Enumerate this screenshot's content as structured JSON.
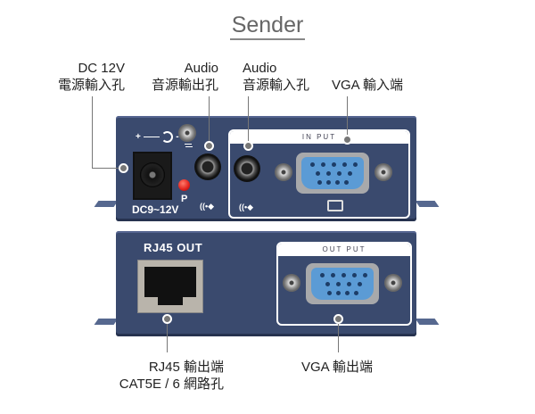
{
  "title": "Sender",
  "top_labels": {
    "dc_input": {
      "line1": "DC 12V",
      "line2": "電源輸入孔"
    },
    "audio_output": {
      "line1": "Audio",
      "line2": "音源輸出孔"
    },
    "audio_input": {
      "line1": "Audio",
      "line2": "音源輸入孔"
    },
    "vga_input": {
      "line1": "VGA 輸入端"
    }
  },
  "bottom_labels": {
    "rj45_output": {
      "line1": "RJ45 輸出端",
      "line2": "CAT5E / 6 網路孔"
    },
    "vga_output": {
      "line1": "VGA 輸出端"
    }
  },
  "front_panel": {
    "power_marking": "DC9~12V",
    "led_label": "P",
    "input_box_label": "IN PUT",
    "audio_symbol": "((•◆",
    "polarity_plus": "+",
    "polarity_minus": "-"
  },
  "rear_panel": {
    "rj45_label": "RJ45 OUT",
    "output_box_label": "OUT PUT"
  },
  "colors": {
    "panel": "#3a4a6e",
    "vga_connector": "#5b9bd5",
    "led": "#e0201b",
    "leader_line": "#777777"
  }
}
